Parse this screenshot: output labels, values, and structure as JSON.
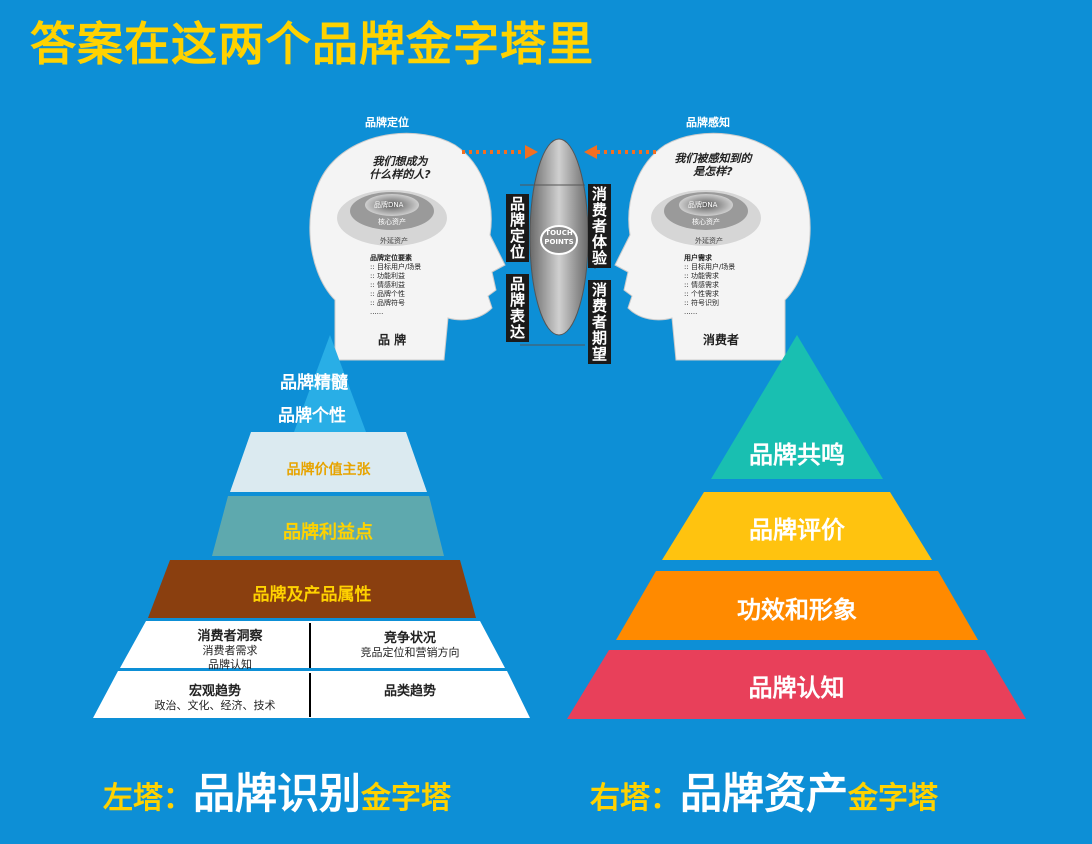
{
  "title": "答案在这两个品牌金字塔里",
  "heads": {
    "left": {
      "top_label": "品牌定位",
      "question": [
        "我们想成为",
        "什么样的人?"
      ],
      "rings": [
        "品牌DNA",
        "核心资产",
        "外延资产"
      ],
      "list_title": "品牌定位要素",
      "items": [
        ":: 目标用户/场景",
        ":: 功能利益",
        ":: 情感利益",
        ":: 品牌个性",
        ":: 品牌符号",
        "......"
      ],
      "name": "品 牌"
    },
    "right": {
      "top_label": "品牌感知",
      "question": [
        "我们被感知到的",
        "是怎样?"
      ],
      "rings": [
        "品牌DNA",
        "核心资产",
        "外延资产"
      ],
      "list_title": "用户需求",
      "items": [
        ":: 目标用户/场景",
        ":: 功能需求",
        ":: 情感需求",
        ":: 个性需求",
        ":: 符号识别",
        "......"
      ],
      "name": "消费者"
    },
    "center": {
      "lens": [
        "TOUCH",
        "POINTS"
      ],
      "left_top": "品牌定位",
      "left_bottom": "品牌表达",
      "right_top": "消费者体验",
      "right_bottom": "消费者期望"
    }
  },
  "left_pyramid": {
    "tiers": [
      "品牌精髓",
      "品牌个性",
      "品牌价值主张",
      "品牌利益点",
      "品牌及产品属性"
    ],
    "base": {
      "consumer_insight": {
        "title": "消费者洞察",
        "lines": [
          "消费者需求",
          "品牌认知"
        ]
      },
      "competition": {
        "title": "竞争状况",
        "lines": [
          "竞品定位和营销方向"
        ]
      },
      "macro": {
        "title": "宏观趋势",
        "lines": [
          "政治、文化、经济、技术"
        ]
      },
      "category": {
        "title": "品类趋势",
        "lines": []
      }
    },
    "colors": {
      "top": "#29aee6",
      "tier2": "#dbeaf0",
      "tier3": "#5ea9ae",
      "tier4": "#8a3f0f",
      "text_gold": "#e7a400"
    }
  },
  "right_pyramid": {
    "tiers": [
      "品牌共鸣",
      "品牌评价",
      "功效和形象",
      "品牌认知"
    ],
    "colors": [
      "#19bfb1",
      "#ffc30f",
      "#ff8a00",
      "#e8405a"
    ]
  },
  "bottom": {
    "left": {
      "prefix": "左塔：",
      "main": "品牌识别",
      "suffix": "金字塔"
    },
    "right": {
      "prefix": "右塔：",
      "main": "品牌资产",
      "suffix": "金字塔"
    }
  }
}
